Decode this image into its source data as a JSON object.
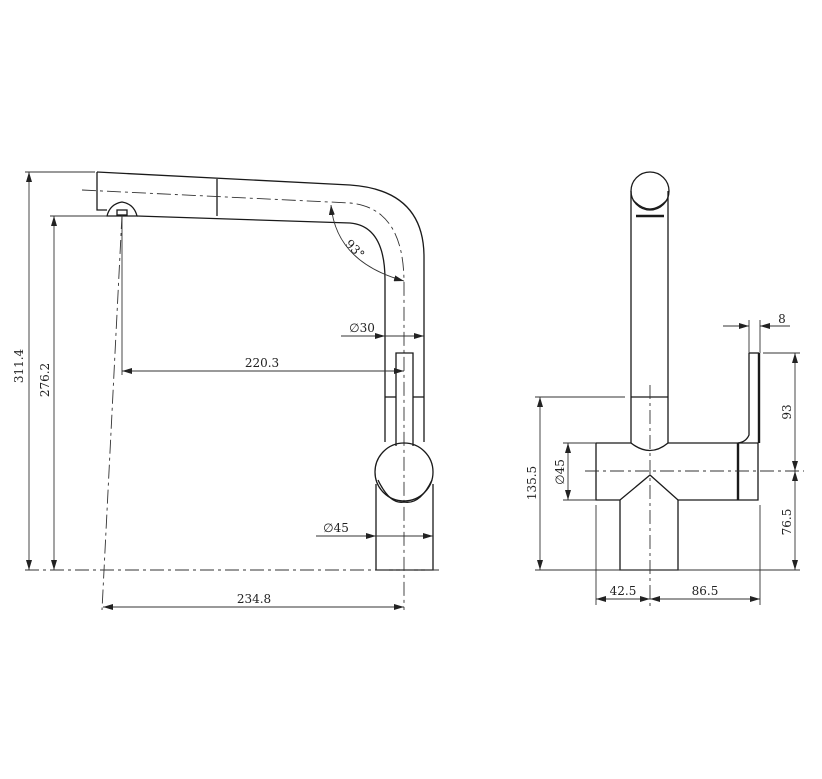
{
  "side_view": {
    "dimensions": {
      "total_height": "311.4",
      "spout_height": "276.2",
      "spout_reach": "220.3",
      "overall_depth": "234.8",
      "tube_diameter": "∅30",
      "base_diameter": "∅45",
      "bend_angle": "93°"
    }
  },
  "front_view": {
    "dimensions": {
      "lever_thickness": "8",
      "lever_height": "93",
      "body_center_height": "76.5",
      "body_top_height": "135.5",
      "body_diameter": "∅45",
      "left_offset": "42.5",
      "right_offset": "86.5"
    }
  }
}
